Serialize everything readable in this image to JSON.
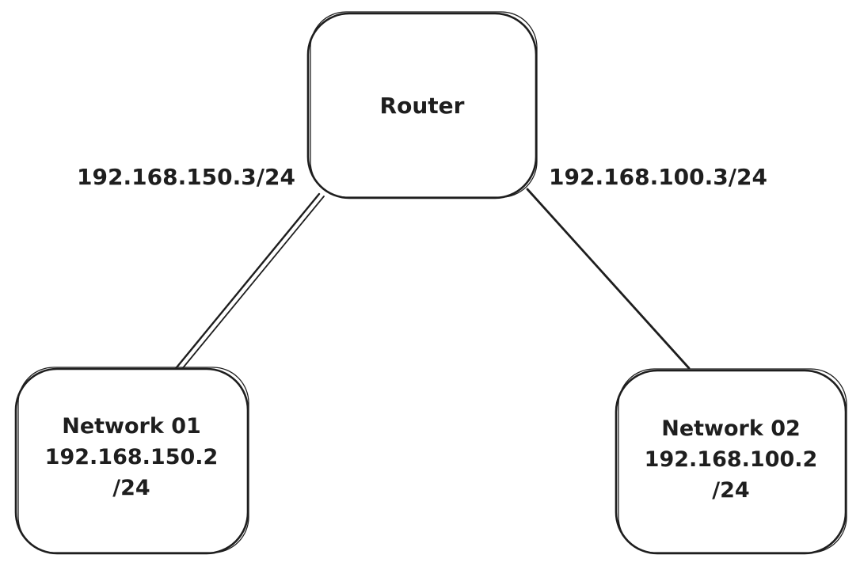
{
  "diagram": {
    "colors": {
      "stroke": "#1e1e1e",
      "background": "#ffffff"
    },
    "nodes": [
      {
        "id": "router",
        "label": "Router"
      },
      {
        "id": "network-01",
        "lines": [
          "Network 01",
          "192.168.150.2",
          "/24"
        ]
      },
      {
        "id": "network-02",
        "lines": [
          "Network 02",
          "192.168.100.2",
          "/24"
        ]
      }
    ],
    "edges": [
      {
        "from": "router",
        "to": "network-01",
        "label": "192.168.150.3/24"
      },
      {
        "from": "router",
        "to": "network-02",
        "label": "192.168.100.3/24"
      }
    ]
  }
}
